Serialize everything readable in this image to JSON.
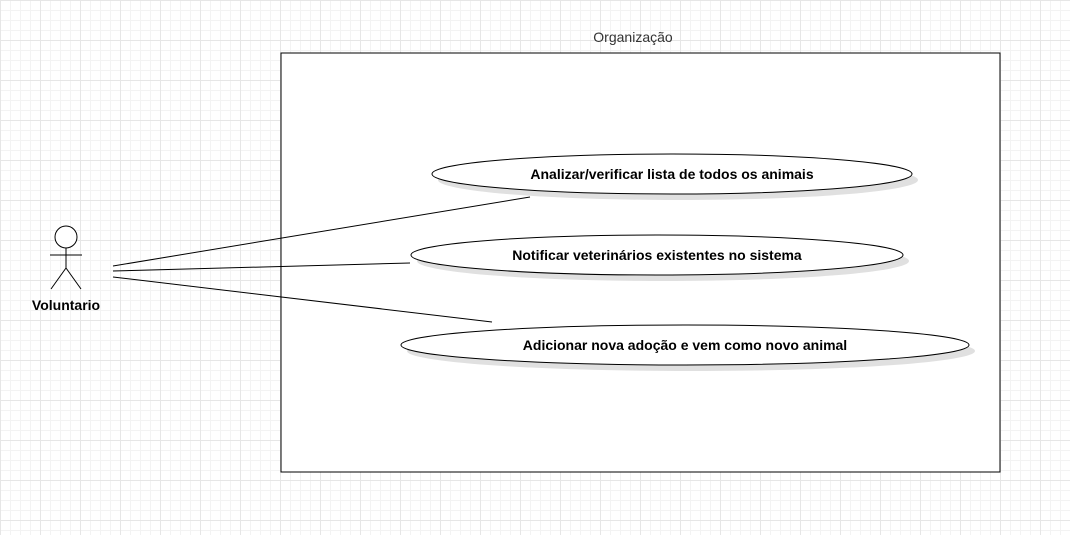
{
  "system": {
    "title": "Organização"
  },
  "actor": {
    "name": "Voluntario"
  },
  "use_cases": [
    {
      "label": "Analizar/verificar lista de todos os animais"
    },
    {
      "label": "Notificar veterinários existentes no sistema"
    },
    {
      "label": "Adicionar nova adoção e vem como novo animal"
    }
  ],
  "colors": {
    "stroke": "#000000",
    "shadow": "#e0e0e0",
    "title_text": "#333333"
  }
}
